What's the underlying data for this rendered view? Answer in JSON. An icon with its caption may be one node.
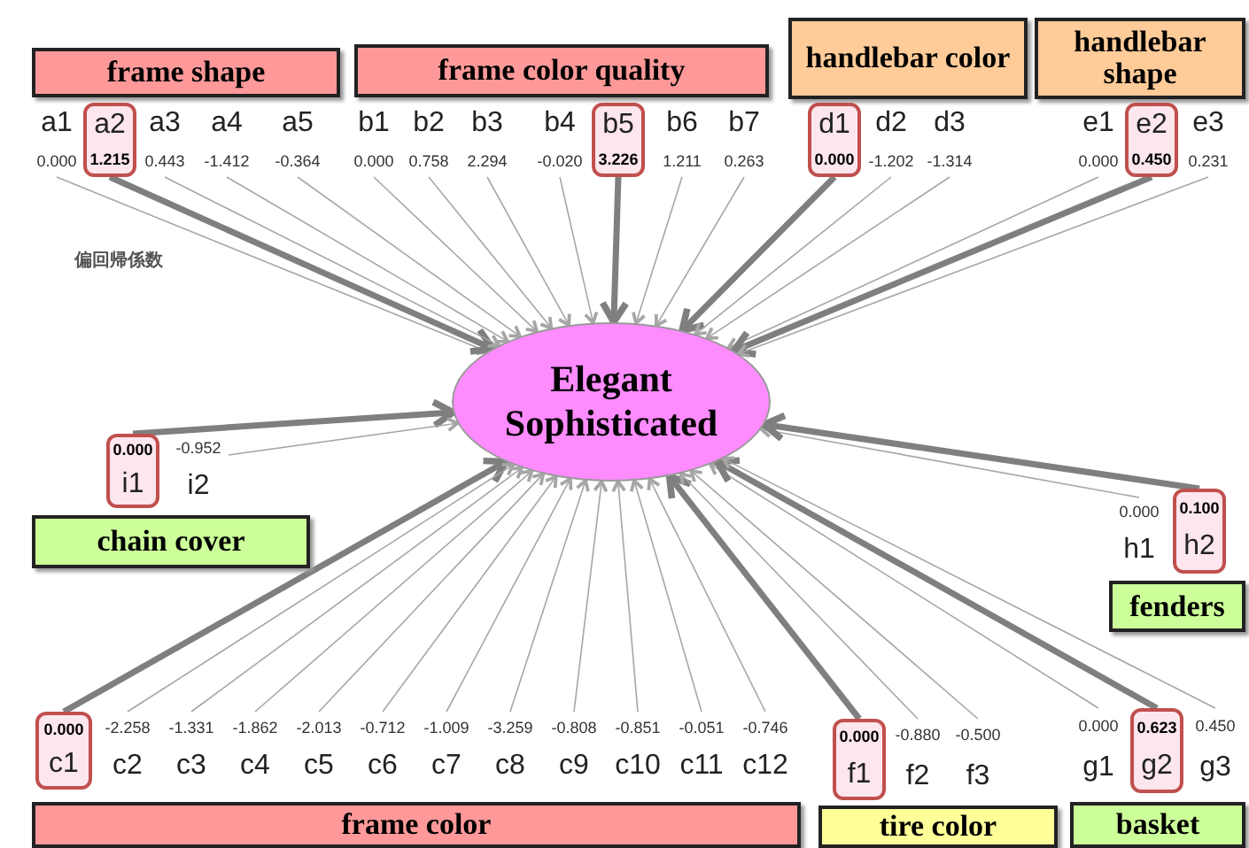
{
  "diagram": {
    "nodes": [
      {
        "text": [
          "frame shape"
        ]
      },
      {
        "text": [
          "frame color quality"
        ]
      },
      {
        "text": [
          "handlebar color"
        ]
      },
      {
        "text": [
          "handlebar shape"
        ]
      },
      {
        "text": [
          "a1",
          "0.000"
        ]
      },
      {
        "text": [
          "a2",
          "1.215"
        ]
      },
      {
        "text": [
          "a3",
          "0.443"
        ]
      },
      {
        "text": [
          "a4",
          "-1.412"
        ]
      },
      {
        "text": [
          "a5",
          "-0.364"
        ]
      },
      {
        "text": [
          "b1",
          "0.000"
        ]
      },
      {
        "text": [
          "b2",
          "0.758"
        ]
      },
      {
        "text": [
          "b3",
          "2.294"
        ]
      },
      {
        "text": [
          "b4",
          "-0.020"
        ]
      },
      {
        "text": [
          "b5",
          "3.226"
        ]
      },
      {
        "text": [
          "b6",
          "1.211"
        ]
      },
      {
        "text": [
          "b7",
          "0.263"
        ]
      },
      {
        "text": [
          "d1",
          "0.000"
        ]
      },
      {
        "text": [
          "d2",
          "-1.202"
        ]
      },
      {
        "text": [
          "d3",
          "-1.314"
        ]
      },
      {
        "text": [
          "e1",
          "0.000"
        ]
      },
      {
        "text": [
          "e2",
          "0.450"
        ]
      },
      {
        "text": [
          "e3",
          "0.231"
        ]
      },
      {
        "text": [
          "Elegant Sophisticated"
        ]
      },
      {
        "text": [
          "0.000",
          "i1"
        ]
      },
      {
        "text": [
          "-0.952",
          "i2"
        ]
      },
      {
        "text": [
          "chain cover"
        ]
      },
      {
        "text": [
          "0.000",
          "h1"
        ]
      },
      {
        "text": [
          "0.100",
          "h2"
        ]
      },
      {
        "text": [
          "fenders"
        ]
      },
      {
        "text": [
          "0.000",
          "c1"
        ]
      },
      {
        "text": [
          "-2.258",
          "c2"
        ]
      },
      {
        "text": [
          "-1.331",
          "c3"
        ]
      },
      {
        "text": [
          "-1.862",
          "c4"
        ]
      },
      {
        "text": [
          "-2.013",
          "c5"
        ]
      },
      {
        "text": [
          "-0.712",
          "c6"
        ]
      },
      {
        "text": [
          "-1.009",
          "c7"
        ]
      },
      {
        "text": [
          "-3.259",
          "c8"
        ]
      },
      {
        "text": [
          "-0.808",
          "c9"
        ]
      },
      {
        "text": [
          "-0.851",
          "c10"
        ]
      },
      {
        "text": [
          "-0.051",
          "c11"
        ]
      },
      {
        "text": [
          "-0.746",
          "c12"
        ]
      },
      {
        "text": [
          "0.000",
          "f1"
        ]
      },
      {
        "text": [
          "-0.880",
          "f2"
        ]
      },
      {
        "text": [
          "-0.500",
          "f3"
        ]
      },
      {
        "text": [
          "0.000",
          "g1"
        ]
      },
      {
        "text": [
          "0.623",
          "g2"
        ]
      },
      {
        "text": [
          "0.450",
          "g3"
        ]
      },
      {
        "text": [
          "frame color"
        ]
      },
      {
        "text": [
          "tire color"
        ]
      },
      {
        "text": [
          "basket"
        ]
      }
    ],
    "edges": [
      {
        "from": 4,
        "to": 22,
        "arrow": "to"
      },
      {
        "from": 5,
        "to": 22,
        "arrow": "to",
        "style": "thick"
      },
      {
        "from": 6,
        "to": 22,
        "arrow": "to"
      },
      {
        "from": 7,
        "to": 22,
        "arrow": "to"
      },
      {
        "from": 8,
        "to": 22,
        "arrow": "to"
      },
      {
        "from": 9,
        "to": 22,
        "arrow": "to"
      },
      {
        "from": 10,
        "to": 22,
        "arrow": "to"
      },
      {
        "from": 11,
        "to": 22,
        "arrow": "to"
      },
      {
        "from": 12,
        "to": 22,
        "arrow": "to"
      },
      {
        "from": 13,
        "to": 22,
        "arrow": "to",
        "style": "thick"
      },
      {
        "from": 14,
        "to": 22,
        "arrow": "to"
      },
      {
        "from": 15,
        "to": 22,
        "arrow": "to"
      },
      {
        "from": 16,
        "to": 22,
        "arrow": "to",
        "style": "thick"
      },
      {
        "from": 17,
        "to": 22,
        "arrow": "to"
      },
      {
        "from": 18,
        "to": 22,
        "arrow": "to"
      },
      {
        "from": 19,
        "to": 22,
        "arrow": "to"
      },
      {
        "from": 20,
        "to": 22,
        "arrow": "to",
        "style": "thick"
      },
      {
        "from": 21,
        "to": 22,
        "arrow": "to"
      },
      {
        "from": 23,
        "to": 22,
        "arrow": "to",
        "style": "thick"
      },
      {
        "from": 24,
        "to": 22,
        "arrow": "to"
      },
      {
        "from": 26,
        "to": 22,
        "arrow": "to"
      },
      {
        "from": 27,
        "to": 22,
        "arrow": "to",
        "style": "thick"
      },
      {
        "from": 29,
        "to": 22,
        "arrow": "to",
        "style": "thick"
      },
      {
        "from": 30,
        "to": 22,
        "arrow": "to"
      },
      {
        "from": 31,
        "to": 22,
        "arrow": "to"
      },
      {
        "from": 32,
        "to": 22,
        "arrow": "to"
      },
      {
        "from": 33,
        "to": 22,
        "arrow": "to"
      },
      {
        "from": 34,
        "to": 22,
        "arrow": "to"
      },
      {
        "from": 35,
        "to": 22,
        "arrow": "to"
      },
      {
        "from": 36,
        "to": 22,
        "arrow": "to"
      },
      {
        "from": 37,
        "to": 22,
        "arrow": "to"
      },
      {
        "from": 38,
        "to": 22,
        "arrow": "to"
      },
      {
        "from": 39,
        "to": 22,
        "arrow": "to"
      },
      {
        "from": 40,
        "to": 22,
        "arrow": "to"
      },
      {
        "from": 41,
        "to": 22,
        "arrow": "to",
        "style": "thick"
      },
      {
        "from": 42,
        "to": 22,
        "arrow": "to"
      },
      {
        "from": 43,
        "to": 22,
        "arrow": "to"
      },
      {
        "from": 44,
        "to": 22,
        "arrow": "to"
      },
      {
        "from": 45,
        "to": 22,
        "arrow": "to",
        "style": "thick"
      },
      {
        "from": 46,
        "to": 22,
        "arrow": "to"
      }
    ],
    "labels": [
      "偏回帰係数"
    ]
  }
}
